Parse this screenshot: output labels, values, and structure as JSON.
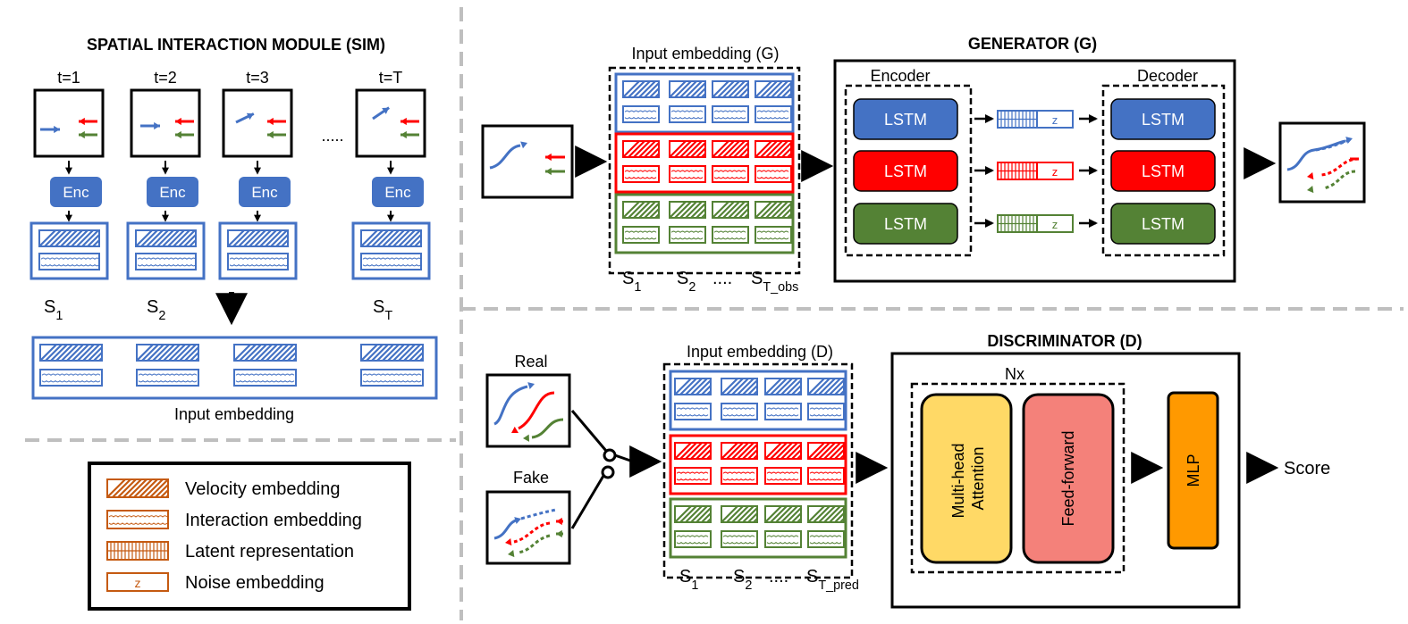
{
  "sim": {
    "title": "SPATIAL INTERACTION MODULE (SIM)",
    "timesteps": [
      "t=1",
      "t=2",
      "t=3",
      "t=T"
    ],
    "ellipsis": ".....",
    "encoder_label": "Enc",
    "state_labels": [
      {
        "base": "S",
        "sub": "1"
      },
      {
        "base": "S",
        "sub": "2"
      },
      {
        "base": "S",
        "sub": "T"
      }
    ],
    "output_label": "Input embedding"
  },
  "legend": {
    "items": [
      {
        "pattern": "velocity",
        "label": "Velocity embedding"
      },
      {
        "pattern": "interaction",
        "label": "Interaction embedding"
      },
      {
        "pattern": "latent",
        "label": "Latent representation"
      },
      {
        "pattern": "noise",
        "label": "Noise embedding",
        "glyph": "z"
      }
    ]
  },
  "generator": {
    "title": "GENERATOR (G)",
    "input_embedding_label": "Input embedding (G)",
    "encoder_label": "Encoder",
    "decoder_label": "Decoder",
    "lstm_label": "LSTM",
    "noise_glyph": "z",
    "step_labels": [
      {
        "base": "S",
        "sub": "1"
      },
      {
        "base": "S",
        "sub": "2"
      },
      {
        "base": "....",
        "sub": ""
      },
      {
        "base": "S",
        "sub": "T_obs"
      }
    ]
  },
  "discriminator": {
    "title": "DISCRIMINATOR (D)",
    "input_embedding_label": "Input embedding (D)",
    "real_label": "Real",
    "fake_label": "Fake",
    "repeat_label": "Nx",
    "attention_label": [
      "Multi-head",
      "Attention"
    ],
    "feedforward_label": "Feed-forward",
    "mlp_label": "MLP",
    "score_label": "Score",
    "step_labels": [
      {
        "base": "S",
        "sub": "1"
      },
      {
        "base": "S",
        "sub": "2"
      },
      {
        "base": "....",
        "sub": ""
      },
      {
        "base": "S",
        "sub": "T_pred"
      }
    ]
  },
  "colors": {
    "agent_blue": "#4472C4",
    "agent_red": "#FF0000",
    "agent_green": "#548235",
    "legend_orange": "#C55A11",
    "attention_fill": "#FFD966",
    "feedforward_fill": "#F4817A",
    "mlp_fill": "#FF9900",
    "divider_gray": "#BFBFBF"
  }
}
